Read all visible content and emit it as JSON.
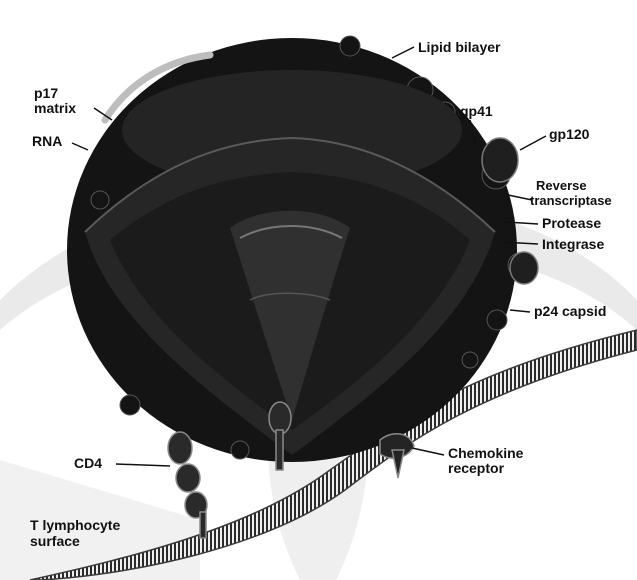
{
  "labels": {
    "lipid_bilayer": "Lipid bilayer",
    "p17_line1": "p17",
    "p17_line2": "matrix",
    "rna": "RNA",
    "gp41": "gp41",
    "gp120": "gp120",
    "reverse_line1": "Reverse",
    "reverse_line2": "transcriptase",
    "protease": "Protease",
    "integrase": "Integrase",
    "p24_capsid": "p24 capsid",
    "cd4": "CD4",
    "chemokine_line1": "Chemokine",
    "chemokine_line2": "receptor",
    "tcell_line1": "T lymphocyte",
    "tcell_line2": "surface"
  },
  "colors": {
    "virion": "#141414",
    "capsid": "#262626",
    "core": "#1b1b1b",
    "membrane_stripe": "#efefef",
    "membrane_edge": "#3a3a3a",
    "leader": "#111111",
    "watermark": "#d8d8d8"
  }
}
